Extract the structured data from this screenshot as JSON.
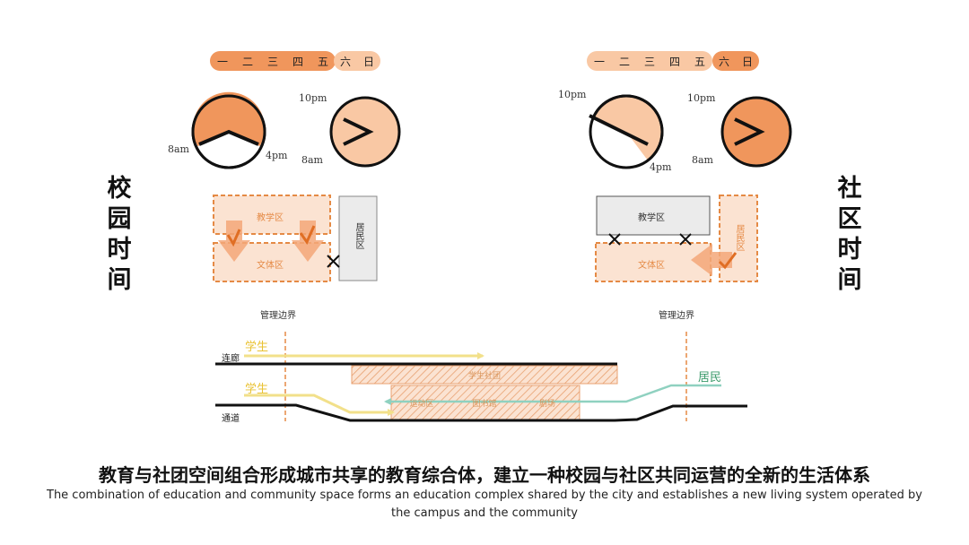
{
  "colors": {
    "orange_dark": "#f0965c",
    "orange_light": "#f9c8a4",
    "dashed": "#e58a45",
    "grey_fill": "#ebebeb",
    "student_line": "#f2e08a",
    "resident_line": "#8fd1c0",
    "resident_text": "#3a9a6a",
    "black": "#111111"
  },
  "campus": {
    "title_chars": [
      "校",
      "园",
      "时",
      "间"
    ],
    "weekdays": [
      "一",
      "二",
      "三",
      "四",
      "五"
    ],
    "weekend": [
      "六",
      "日"
    ],
    "weekday_clock": {
      "start": "8am",
      "end": "4pm"
    },
    "weekend_clock": {
      "start": "8am",
      "end": "10pm"
    },
    "zones": {
      "teaching": "教学区",
      "culture": "文体区",
      "residential": "居民区"
    },
    "boundary_label": "管理边界"
  },
  "community": {
    "title_chars": [
      "社",
      "区",
      "时",
      "间"
    ],
    "weekdays": [
      "一",
      "二",
      "三",
      "四",
      "五"
    ],
    "weekend": [
      "六",
      "日"
    ],
    "weekday_clock": {
      "start": "10pm",
      "end": "4pm"
    },
    "weekend_clock": {
      "start": "8am",
      "end": "10pm"
    },
    "zones": {
      "teaching": "教学区",
      "culture": "文体区",
      "residential": "居民区"
    },
    "boundary_label": "管理边界"
  },
  "section": {
    "corridor_label": "连廊",
    "passage_label": "通道",
    "student_label_top": "学生",
    "student_label_bottom": "学生",
    "resident_label": "居民",
    "upper_block": "学生社团",
    "lower_blocks": [
      "运动区",
      "图书馆",
      "剧场"
    ]
  },
  "caption": {
    "zh": "教育与社团空间组合形成城市共享的教育综合体，建立一种校园与社区共同运营的全新的生活体系",
    "en": "The combination of education and community space forms an education complex shared by the city and establishes a new living system operated by the campus and the community"
  }
}
